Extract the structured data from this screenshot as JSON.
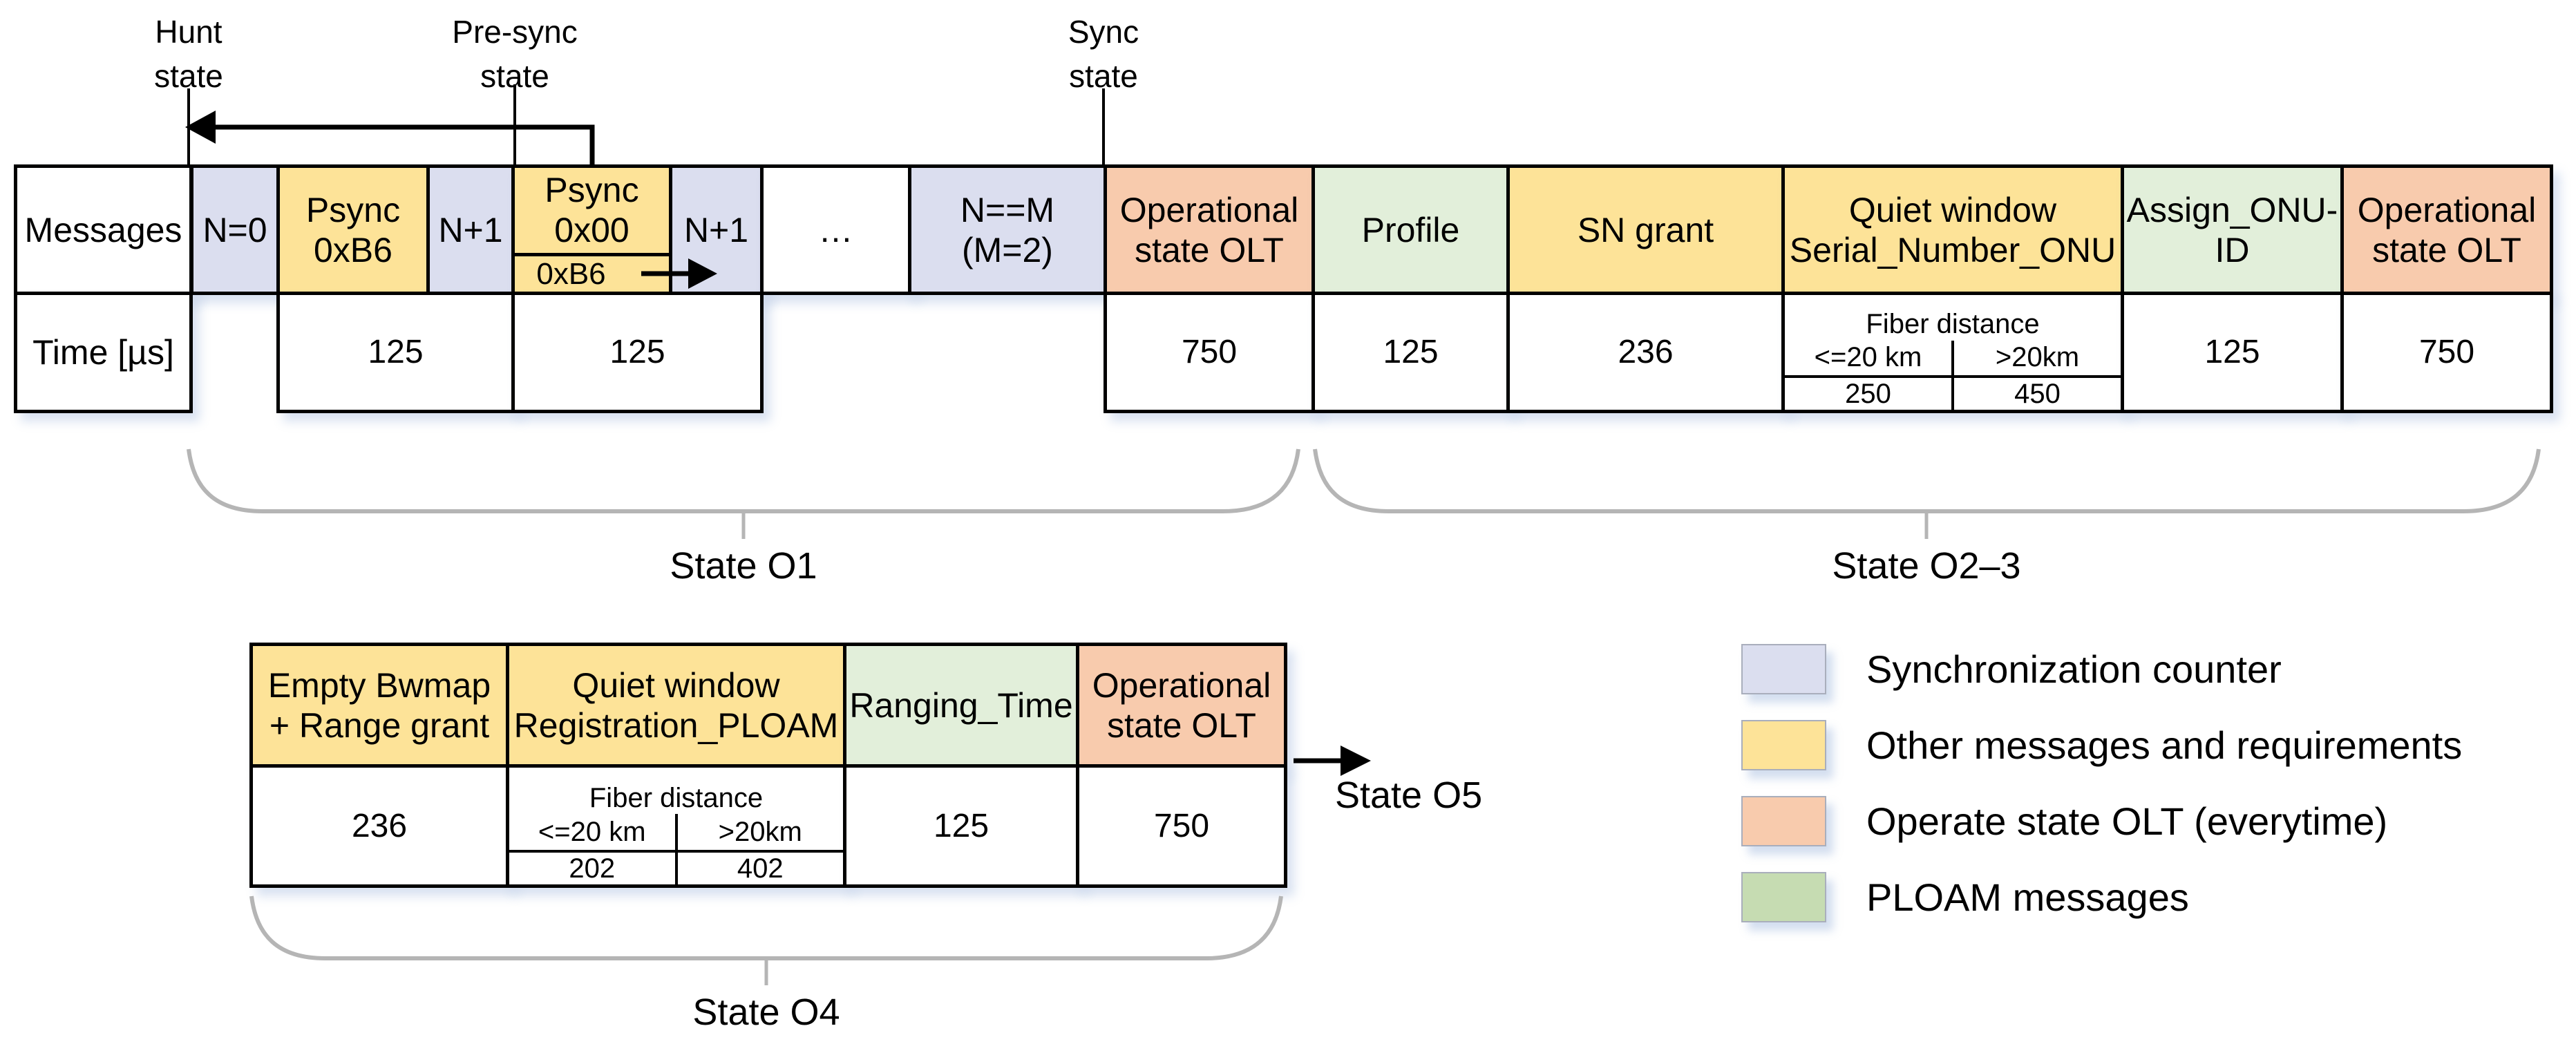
{
  "colors": {
    "sync_counter_fill": "#dbdeef",
    "other_messages_fill": "#fde398",
    "operate_state_fill": "#f8cbad",
    "ploam_table_fill": "#e2efda",
    "ploam_legend_fill": "#c6dcb2",
    "border": "#000000",
    "brace": "#b5b5b5"
  },
  "top_labels": {
    "hunt": "Hunt\nstate",
    "presync": "Pre-sync\nstate",
    "sync": "Sync\nstate"
  },
  "table1": {
    "messages_header": "Messages",
    "time_header": "Time [µs]",
    "cells": {
      "n0": "N=0",
      "psync1": "Psync\n0xB6",
      "np1a": "N+1",
      "psync2_top": "Psync\n0x00",
      "psync2_bottom": "0xB6",
      "np1b": "N+1",
      "dots": "…",
      "nm": "N==M\n(M=2)",
      "op1": "Operational\nstate OLT",
      "profile": "Profile",
      "sn_grant": "SN grant",
      "quiet_window": "Quiet window\nSerial_Number_ONU",
      "assign": "Assign_ONU-\nID",
      "op2": "Operational\nstate OLT"
    },
    "times": {
      "t125a": "125",
      "t125b": "125",
      "t750a": "750",
      "t125c": "125",
      "t236": "236",
      "t125d": "125",
      "t750b": "750"
    },
    "fiber": {
      "title": "Fiber distance",
      "near_label": "<=20 km",
      "far_label": ">20km",
      "near_value": "250",
      "far_value": "450"
    }
  },
  "table2": {
    "cells": {
      "empty_bwmap": "Empty Bwmap\n+ Range grant",
      "quiet_reg": "Quiet window\nRegistration_PLOAM",
      "ranging": "Ranging_Time",
      "op": "Operational\nstate OLT"
    },
    "times": {
      "t236": "236",
      "t125": "125",
      "t750": "750"
    },
    "fiber": {
      "title": "Fiber distance",
      "near_label": "<=20 km",
      "far_label": ">20km",
      "near_value": "202",
      "far_value": "402"
    }
  },
  "states": {
    "o1": "State O1",
    "o23": "State O2–3",
    "o4": "State O4",
    "o5": "State O5"
  },
  "legend": {
    "items": [
      {
        "label": "Synchronization counter",
        "color": "#dbdeef"
      },
      {
        "label": "Other messages and requirements",
        "color": "#fde398"
      },
      {
        "label": "Operate state OLT (everytime)",
        "color": "#f8cbad"
      },
      {
        "label": "PLOAM messages",
        "color": "#c6dcb2"
      }
    ]
  }
}
